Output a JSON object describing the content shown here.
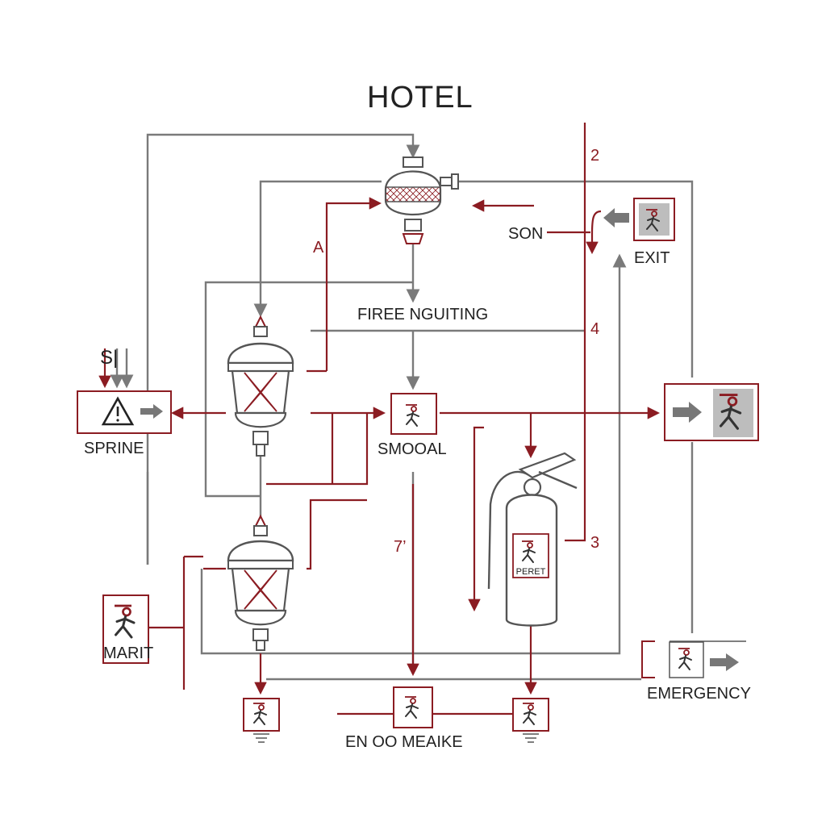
{
  "title": "HOTEL",
  "labels": {
    "sprine": "SPRINE",
    "fire_ext": "FIREE NGUITING",
    "smooal": "SMOOAL",
    "son": "SON",
    "exit": "EXIT",
    "marit": "MARIT",
    "emergency": "EMERGENCY",
    "bottom": "EN OO MEAIKE",
    "peret": "PERET",
    "s_letter": "S|"
  },
  "markers": {
    "a": "A",
    "n2": "2",
    "n3": "3",
    "n4": "4",
    "n7": "7’"
  },
  "colors": {
    "red": "#8b1c22",
    "gray": "#7a7a7a",
    "dark": "#333333",
    "warning": "#222222"
  },
  "icons": [
    "sprinkler-head-icon",
    "lantern-sprinkler-icon",
    "fire-extinguisher-icon",
    "exit-sign-icon",
    "warning-triangle-icon",
    "running-person-icon",
    "arrow-right-icon",
    "arrow-left-icon"
  ]
}
